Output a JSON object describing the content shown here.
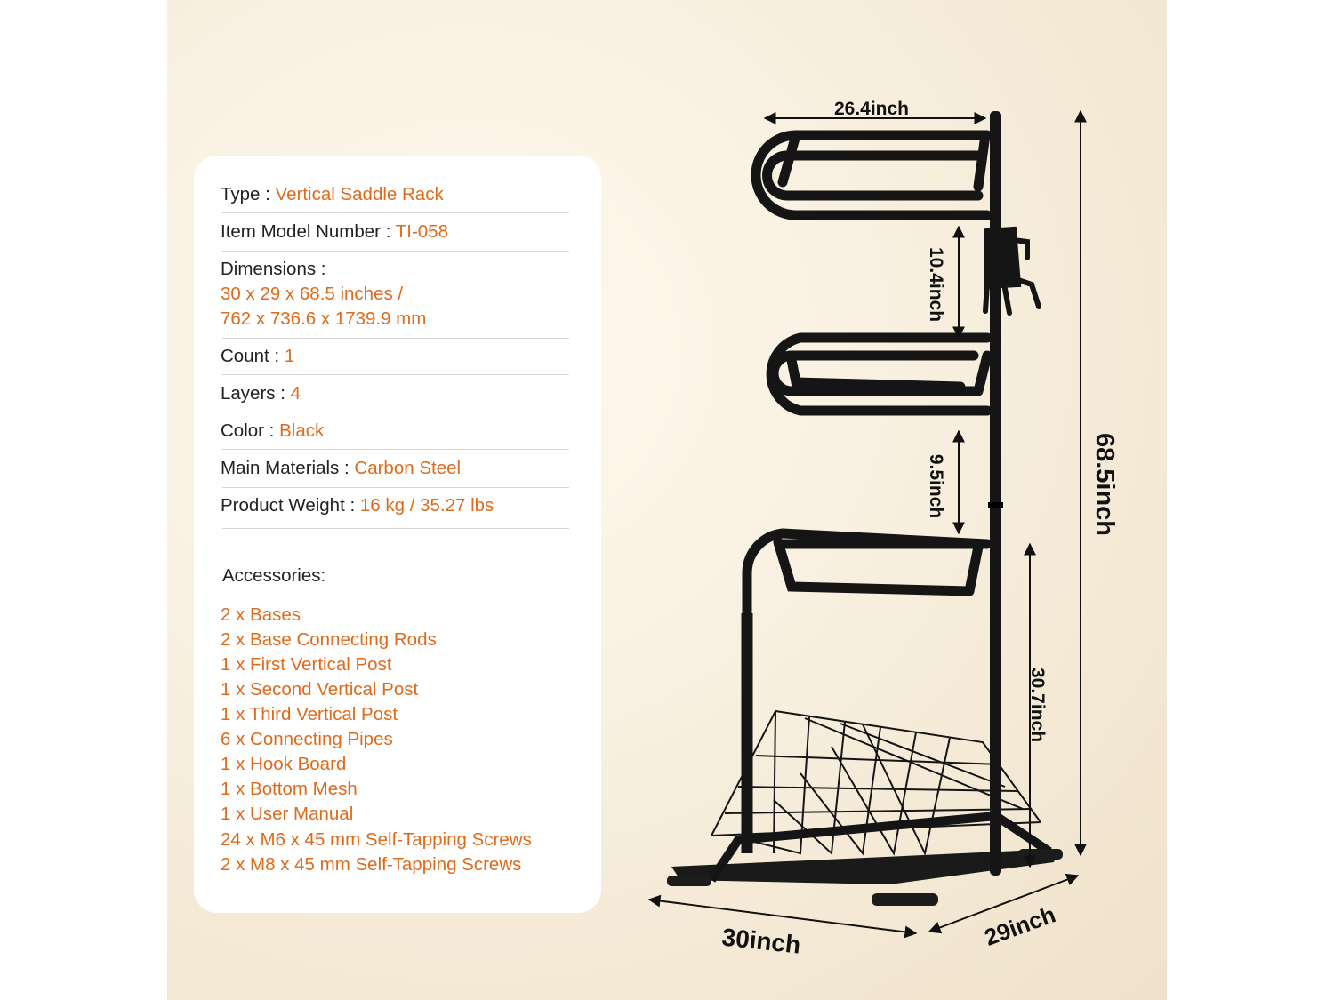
{
  "specs": {
    "type": {
      "label": "Type :",
      "value": "Vertical Saddle Rack"
    },
    "model": {
      "label": "Item Model Number :",
      "value": "TI-058"
    },
    "dimensions": {
      "label": "Dimensions :",
      "value_line1": "30 x 29 x 68.5 inches /",
      "value_line2": "762 x 736.6 x 1739.9 mm"
    },
    "count": {
      "label": "Count :",
      "value": "1"
    },
    "layers": {
      "label": "Layers :",
      "value": "4"
    },
    "color": {
      "label": "Color :",
      "value": "Black"
    },
    "materials": {
      "label": "Main Materials :",
      "value": "Carbon Steel"
    },
    "weight": {
      "label": "Product Weight :",
      "value": "16 kg / 35.27 lbs"
    }
  },
  "accessories": {
    "title": "Accessories:",
    "items": [
      "2 x Bases",
      "2 x Base Connecting Rods",
      "1 x First Vertical Post",
      "1 x Second Vertical Post",
      "1 x Third Vertical Post",
      "6 x Connecting Pipes",
      "1 x Hook Board",
      "1 x Bottom Mesh",
      "1 x User Manual",
      "24 x M6 x 45 mm Self-Tapping Screws",
      "2 x M8 x 45 mm Self-Tapping Screws"
    ]
  },
  "dimensions_labels": {
    "top_width": "26.4inch",
    "gap_upper": "10.4inch",
    "gap_middle": "9.5inch",
    "lower_height": "30.7inch",
    "total_height": "68.5inch",
    "base_width": "30inch",
    "base_depth": "29inch"
  },
  "colors": {
    "accent": "#e06a1c",
    "text": "#222222",
    "frame": "#151515"
  }
}
